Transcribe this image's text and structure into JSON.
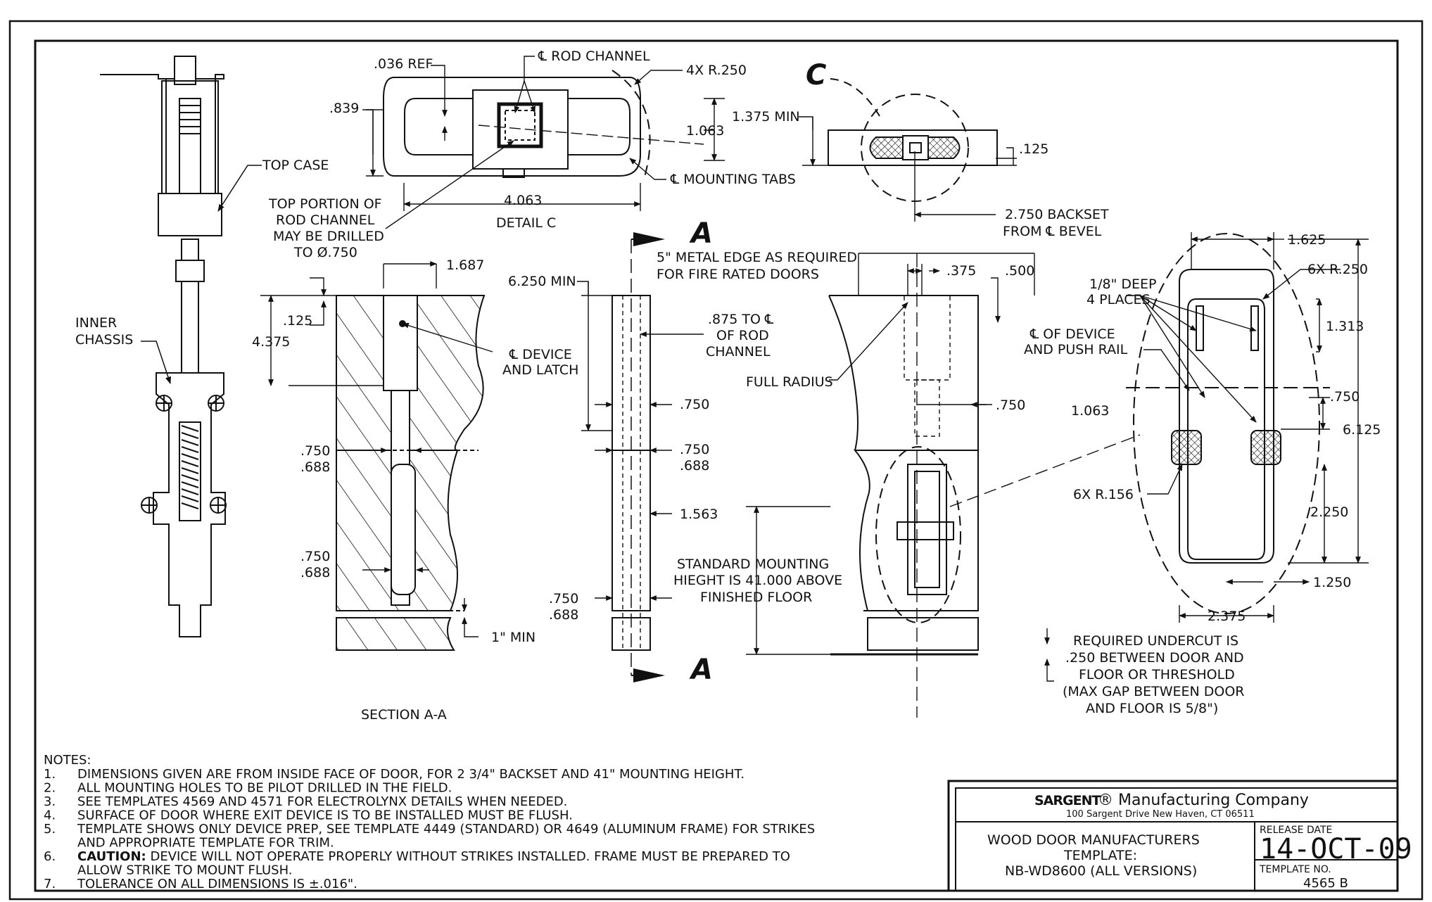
{
  "drawing": {
    "view_labels": {
      "detail": "DETAIL C",
      "section": "SECTION A-A",
      "callout_c": "C",
      "section_mark_top": "A",
      "section_mark_bottom": "A"
    },
    "detail_c": {
      "ref_036": ".036 REF",
      "rod_channel": "℄ ROD CHANNEL",
      "radius_4x": "4X R.250",
      "dim_839": ".839",
      "dim_1063": "1.063",
      "mounting_tabs": "℄ MOUNTING TABS",
      "dim_4063": "4.063"
    },
    "top_view": {
      "dim_1375": "1.375 MIN",
      "dim_125": ".125",
      "backset_line1": "2.750 BACKSET",
      "backset_line2": "FROM ℄ BEVEL"
    },
    "left_device": {
      "top_case": "TOP CASE",
      "inner_chassis_line1": "INNER",
      "inner_chassis_line2": "CHASSIS",
      "drill_line1": "TOP PORTION OF",
      "drill_line2": "ROD CHANNEL",
      "drill_line3": "MAY BE DRILLED",
      "drill_line4": "TO Ø.750"
    },
    "section_view": {
      "dim_1687": "1.687",
      "dim_125": ".125",
      "dim_4375": "4.375",
      "device_latch_line1": "℄ DEVICE",
      "device_latch_line2": "AND LATCH",
      "dim_750_a": ".750",
      "dim_688_a": ".688",
      "dim_750_b": ".750",
      "dim_688_b": ".688",
      "min_1": "1\" MIN"
    },
    "edge_view": {
      "dim_6250": "6.250 MIN",
      "rod_line1": ".875 TO ℄",
      "rod_line2": "OF ROD",
      "rod_line3": "CHANNEL",
      "dim_750_1": ".750",
      "dim_750_2": ".750",
      "dim_688_2": ".688",
      "dim_1563": "1.563",
      "dim_750_3": ".750",
      "dim_688_3": ".688"
    },
    "face_view": {
      "metal_edge_line1": "5\" METAL EDGE AS REQUIRED",
      "metal_edge_line2": "FOR FIRE RATED DOORS",
      "dim_375": ".375",
      "dim_500": ".500",
      "full_radius": "FULL RADIUS",
      "dim_750": ".750",
      "mount_line1": "STANDARD MOUNTING",
      "mount_line2": "HIEGHT IS 41.000 ABOVE",
      "mount_line3": "FINISHED FLOOR",
      "undercut_line1": "REQUIRED UNDERCUT IS",
      "undercut_line2": ".250 BETWEEN DOOR AND",
      "undercut_line3": "FLOOR OR THRESHOLD",
      "undercut_line4": "(MAX GAP BETWEEN DOOR",
      "undercut_line5": "AND FLOOR IS 5/8\")"
    },
    "detail_right": {
      "dim_1625": "1.625",
      "radius_6x_250": "6X R.250",
      "deep_line1": "1/8\" DEEP",
      "deep_line2": "4 PLACES",
      "dim_1313": "1.313",
      "pushrail_line1": "℄ OF DEVICE",
      "pushrail_line2": "AND PUSH RAIL",
      "dim_1063": "1.063",
      "dim_750": ".750",
      "dim_6125": "6.125",
      "radius_6x_156": "6X R.156",
      "dim_2250": "2.250",
      "dim_1250": "1.250",
      "dim_2375": "2.375"
    }
  },
  "notes": {
    "heading": "NOTES:",
    "items": [
      {
        "num": "1.",
        "lines": [
          "DIMENSIONS GIVEN ARE FROM INSIDE FACE OF DOOR, FOR 2 3/4\" BACKSET AND 41\" MOUNTING HEIGHT."
        ]
      },
      {
        "num": "2.",
        "lines": [
          "ALL MOUNTING HOLES TO BE PILOT DRILLED IN THE FIELD."
        ]
      },
      {
        "num": "3.",
        "lines": [
          "SEE TEMPLATES 4569 AND 4571 FOR ELECTROLYNX DETAILS WHEN NEEDED."
        ]
      },
      {
        "num": "4.",
        "lines": [
          "SURFACE OF DOOR WHERE EXIT DEVICE IS TO BE INSTALLED MUST BE FLUSH."
        ]
      },
      {
        "num": "5.",
        "lines": [
          "TEMPLATE SHOWS ONLY DEVICE PREP, SEE TEMPLATE 4449 (STANDARD) OR 4649 (ALUMINUM FRAME) FOR STRIKES",
          "AND APPROPRIATE TEMPLATE FOR TRIM."
        ]
      },
      {
        "num": "6.",
        "caution": "CAUTION:",
        "lines": [
          " DEVICE WILL NOT OPERATE PROPERLY WITHOUT STRIKES INSTALLED. FRAME MUST BE PREPARED TO",
          "ALLOW STRIKE TO MOUNT FLUSH."
        ]
      },
      {
        "num": "7.",
        "lines": [
          "TOLERANCE ON ALL DIMENSIONS IS ±.016\"."
        ]
      }
    ]
  },
  "title_block": {
    "company_brand": "SARGENT",
    "company_rest": "® Manufacturing Company",
    "address": "100 Sargent Drive New Haven, CT 06511",
    "title_line1": "WOOD DOOR MANUFACTURERS",
    "title_line2": "TEMPLATE:",
    "title_line3": "NB-WD8600 (ALL VERSIONS)",
    "release_label": "RELEASE DATE",
    "release_date": "14-OCT-09",
    "template_label": "TEMPLATE NO.",
    "template_no": "4565 B"
  }
}
